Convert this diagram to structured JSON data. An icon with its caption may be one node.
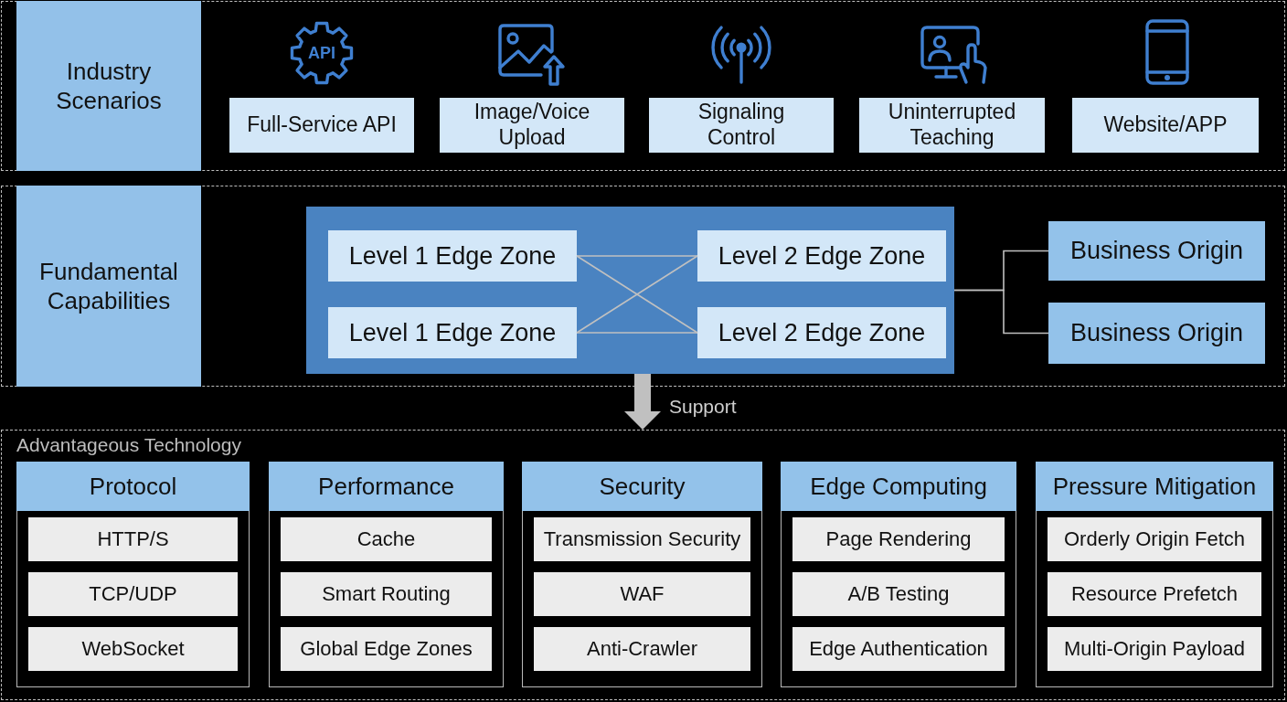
{
  "diagram": {
    "nodes": [
      {
        "text": [
          "Industry Scenarios"
        ]
      },
      {
        "text": [
          "Full-Service API"
        ],
        "in": 0
      },
      {
        "text": [
          "Image/Voice Upload"
        ],
        "in": 0
      },
      {
        "text": [
          "Signaling Control"
        ],
        "in": 0
      },
      {
        "text": [
          "Uninterrupted Teaching"
        ],
        "in": 0
      },
      {
        "text": [
          "Website/APP"
        ],
        "in": 0
      },
      {
        "text": [
          "Fundamental Capabilities"
        ]
      },
      {
        "text": [],
        "shape": "box",
        "in": 6
      },
      {
        "text": [
          "Level 1 Edge Zone"
        ],
        "in": 7
      },
      {
        "text": [
          "Level 2 Edge Zone"
        ],
        "in": 7
      },
      {
        "text": [
          "Level 1 Edge Zone"
        ],
        "in": 7
      },
      {
        "text": [
          "Level 2 Edge Zone"
        ],
        "in": 7
      },
      {
        "text": [
          "Business Origin"
        ],
        "in": 6
      },
      {
        "text": [
          "Business Origin"
        ],
        "in": 6
      },
      {
        "text": [
          "Advantageous Technology"
        ]
      },
      {
        "text": [
          "Protocol"
        ],
        "in": 14
      },
      {
        "text": [
          "HTTP/S"
        ],
        "in": 15
      },
      {
        "text": [
          "TCP/UDP"
        ],
        "in": 15
      },
      {
        "text": [
          "WebSocket"
        ],
        "in": 15
      },
      {
        "text": [
          "Performance"
        ],
        "in": 14
      },
      {
        "text": [
          "Cache"
        ],
        "in": 19
      },
      {
        "text": [
          "Smart Routing"
        ],
        "in": 19
      },
      {
        "text": [
          "Global Edge Zones"
        ],
        "in": 19
      },
      {
        "text": [
          "Security"
        ],
        "in": 14
      },
      {
        "text": [
          "Transmission Security"
        ],
        "in": 23
      },
      {
        "text": [
          "WAF"
        ],
        "in": 23
      },
      {
        "text": [
          "Anti-Crawler"
        ],
        "in": 23
      },
      {
        "text": [
          "Edge Computing"
        ],
        "in": 14
      },
      {
        "text": [
          "Page Rendering"
        ],
        "in": 27
      },
      {
        "text": [
          "A/B Testing"
        ],
        "in": 27
      },
      {
        "text": [
          "Edge Authentication"
        ],
        "in": 27
      },
      {
        "text": [
          "Pressure Mitigation"
        ],
        "in": 14
      },
      {
        "text": [
          "Orderly Origin Fetch"
        ],
        "in": 31
      },
      {
        "text": [
          "Resource Prefetch"
        ],
        "in": 31
      },
      {
        "text": [
          "Multi-Origin Payload"
        ],
        "in": 31
      }
    ],
    "edges": [
      {
        "from": 8,
        "to": 9,
        "arrow": "none"
      },
      {
        "from": 8,
        "to": 11,
        "arrow": "none"
      },
      {
        "from": 10,
        "to": 9,
        "arrow": "none"
      },
      {
        "from": 10,
        "to": 11,
        "arrow": "none"
      },
      {
        "from": 7,
        "to": 12,
        "arrow": "none"
      },
      {
        "from": 7,
        "to": 13,
        "arrow": "none"
      },
      {
        "from": 7,
        "to": 14,
        "arrow": "to",
        "label": "Support",
        "style": "thick"
      }
    ],
    "labels": [
      "API"
    ]
  }
}
